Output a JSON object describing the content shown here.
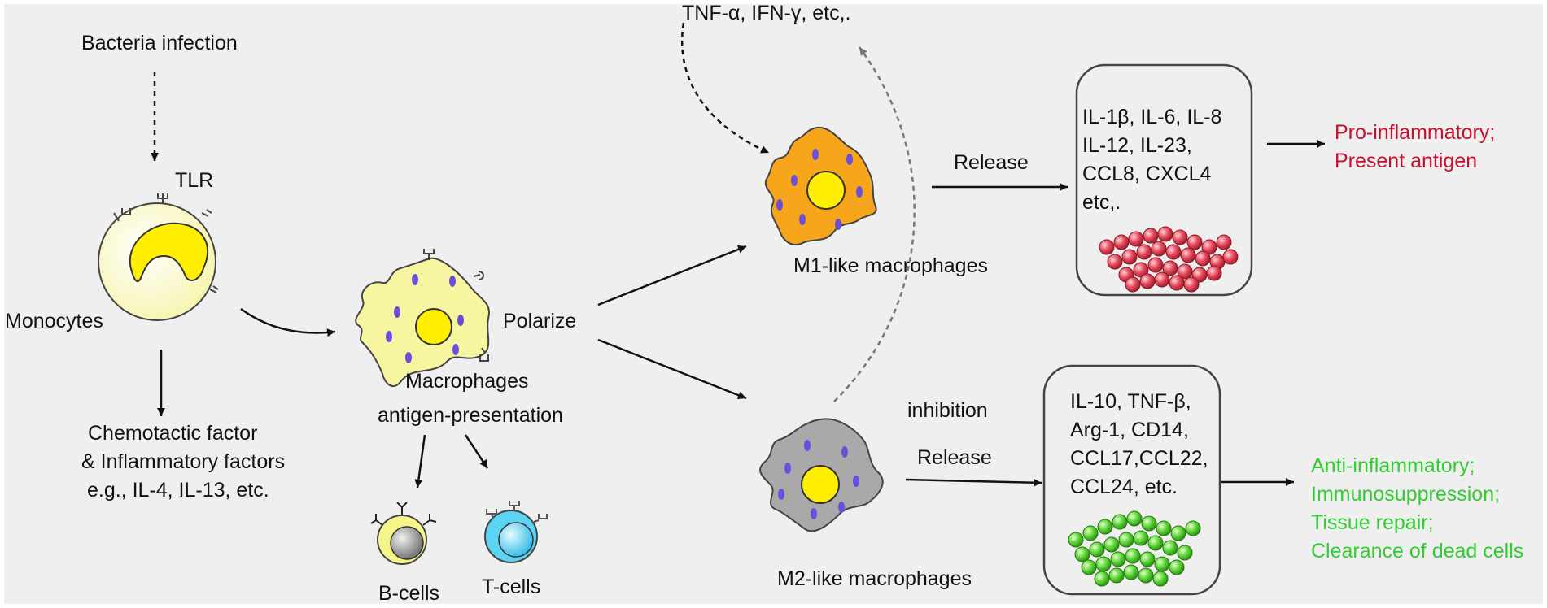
{
  "labels": {
    "bacteria_infection": "Bacteria infection",
    "tlr": "TLR",
    "monocytes": "Monocytes",
    "chemotactic_line1": "Chemotactic factor",
    "chemotactic_line2": "& Inflammatory factors",
    "chemotactic_line3": "e.g., IL-4, IL-13, etc.",
    "polarize": "Polarize",
    "macrophages": "Macrophages",
    "antigen_presentation": "antigen-presentation",
    "b_cells": "B-cells",
    "t_cells": "T-cells",
    "tnf_ifn": "TNF-α, IFN-γ, etc,.",
    "m1": "M1-like macrophages",
    "m2": "M2-like macrophages",
    "release_top": "Release",
    "release_bottom": "Release",
    "inhibition": "inhibition"
  },
  "m1_factors": [
    "IL-1β, IL-6, IL-8",
    "IL-12, IL-23,",
    "CCL8, CXCL4",
    "etc,."
  ],
  "m2_factors": [
    "IL-10, TNF-β,",
    "Arg-1, CD14,",
    "CCL17,CCL22,",
    "CCL24, etc."
  ],
  "m1_effects": [
    "Pro-inflammatory;",
    "Present antigen"
  ],
  "m2_effects": [
    "Anti-inflammatory;",
    "Immunosuppression;",
    "Tissue repair;",
    "Clearance of dead cells"
  ],
  "colors": {
    "background": "#efefef",
    "monocyte_fill": "#fbfbc4",
    "nucleus_yellow": "#ffee00",
    "m1_fill": "#f7a61b",
    "m2_fill": "#a9a9a9",
    "b_cell_fill": "#f6f58a",
    "t_cell_fill": "#5bd3f2",
    "organelle": "#6a4fd8",
    "pro_inflammatory": "#c8102e",
    "anti_inflammatory": "#33cc33",
    "red_particle": "#e84a5f",
    "green_particle": "#5fd93a"
  }
}
